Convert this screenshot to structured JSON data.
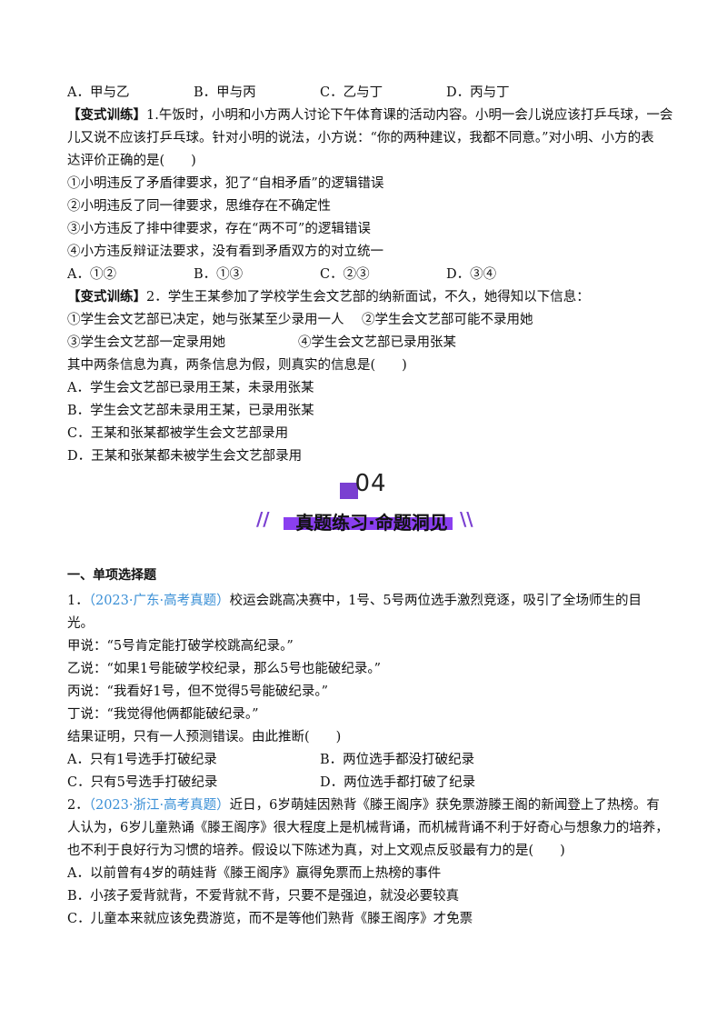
{
  "block1": {
    "options": [
      "A．甲与乙",
      "B．甲与丙",
      "C．乙与丁",
      "D．丙与丁"
    ]
  },
  "variant1": {
    "tag": "【变式训练】",
    "lines": [
      "1.午饭时，小明和小方两人讨论下午体育课的活动内容。小明一会儿说应该打乒乓球，一会",
      "儿又说不应该打乒乓球。针对小明的说法，小方说：“你的两种建议，我都不同意。”对小明、小方的表",
      "达评价正确的是(　　)"
    ],
    "statements": [
      "①小明违反了矛盾律要求，犯了“自相矛盾”的逻辑错误",
      "②小明违反了同一律要求，思维存在不确定性",
      "③小方违反了排中律要求，存在“两不可”的逻辑错误",
      "④小方违反辩证法要求，没有看到矛盾双方的对立统一"
    ],
    "options": [
      "A．①②",
      "B．①③",
      "C．②③",
      "D．③④"
    ]
  },
  "variant2": {
    "tag": "【变式训练】",
    "line1": "2．学生王某参加了学校学生会文艺部的纳新面试，不久，她得知以下信息：",
    "info": [
      [
        "①学生会文艺部已决定，她与张某至少录用一人",
        "②学生会文艺部可能不录用她"
      ],
      [
        "③学生会文艺部一定录用她",
        "④学生会文艺部已录用张某"
      ]
    ],
    "question": "其中两条信息为真，两条信息为假，则真实的信息是(　　)",
    "options": [
      "A．学生会文艺部已录用王某，未录用张某",
      "B．学生会文艺部未录用王某，已录用张某",
      "C．王某和张某都被学生会文艺部录用",
      "D．王某和张某都未被学生会文艺部录用"
    ]
  },
  "banner": {
    "number": "04",
    "title": "真题练习·命题洞见"
  },
  "section_title": "一、单项选择题",
  "q1": {
    "num": "1．",
    "source": "（2023·广东·高考真题）",
    "line1": "校运会跳高决赛中，1号、5号两位选手激烈竞逐，吸引了全场师生的目",
    "line2": "光。",
    "speakers": [
      "甲说：“5号肯定能打破学校跳高纪录。”",
      "乙说：“如果1号能破学校纪录，那么5号也能破纪录。”",
      "丙说：“我看好1号，但不觉得5号能破纪录。”",
      "丁说：“我觉得他俩都能破纪录。”"
    ],
    "question": "结果证明，只有一人预测错误。由此推断(　　)",
    "options": [
      "A．只有1号选手打破纪录",
      "B．两位选手都没打破纪录",
      "C．只有5号选手打破纪录",
      "D．两位选手都打破了纪录"
    ]
  },
  "q2": {
    "num": "2．",
    "source": "（2023·浙江·高考真题）",
    "line1": "近日，6岁萌娃因熟背《滕王阁序》获免票游滕王阁的新闻登上了热榜。有",
    "line2": "人认为，6岁儿童熟诵《滕王阁序》很大程度上是机械背诵，而机械背诵不利于好奇心与想象力的培养，",
    "line3": "也不利于良好行为习惯的培养。假设以下陈述为真，对上文观点反驳最有力的是(　　)",
    "options": [
      "A．以前曾有4岁的萌娃背《滕王阁序》赢得免票而上热榜的事件",
      "B．小孩子爱背就背，不爱背就不背，只要不是强迫，就没必要较真",
      "C．儿童本来就应该免费游览，而不是等他们熟背《滕王阁序》才免票"
    ]
  }
}
